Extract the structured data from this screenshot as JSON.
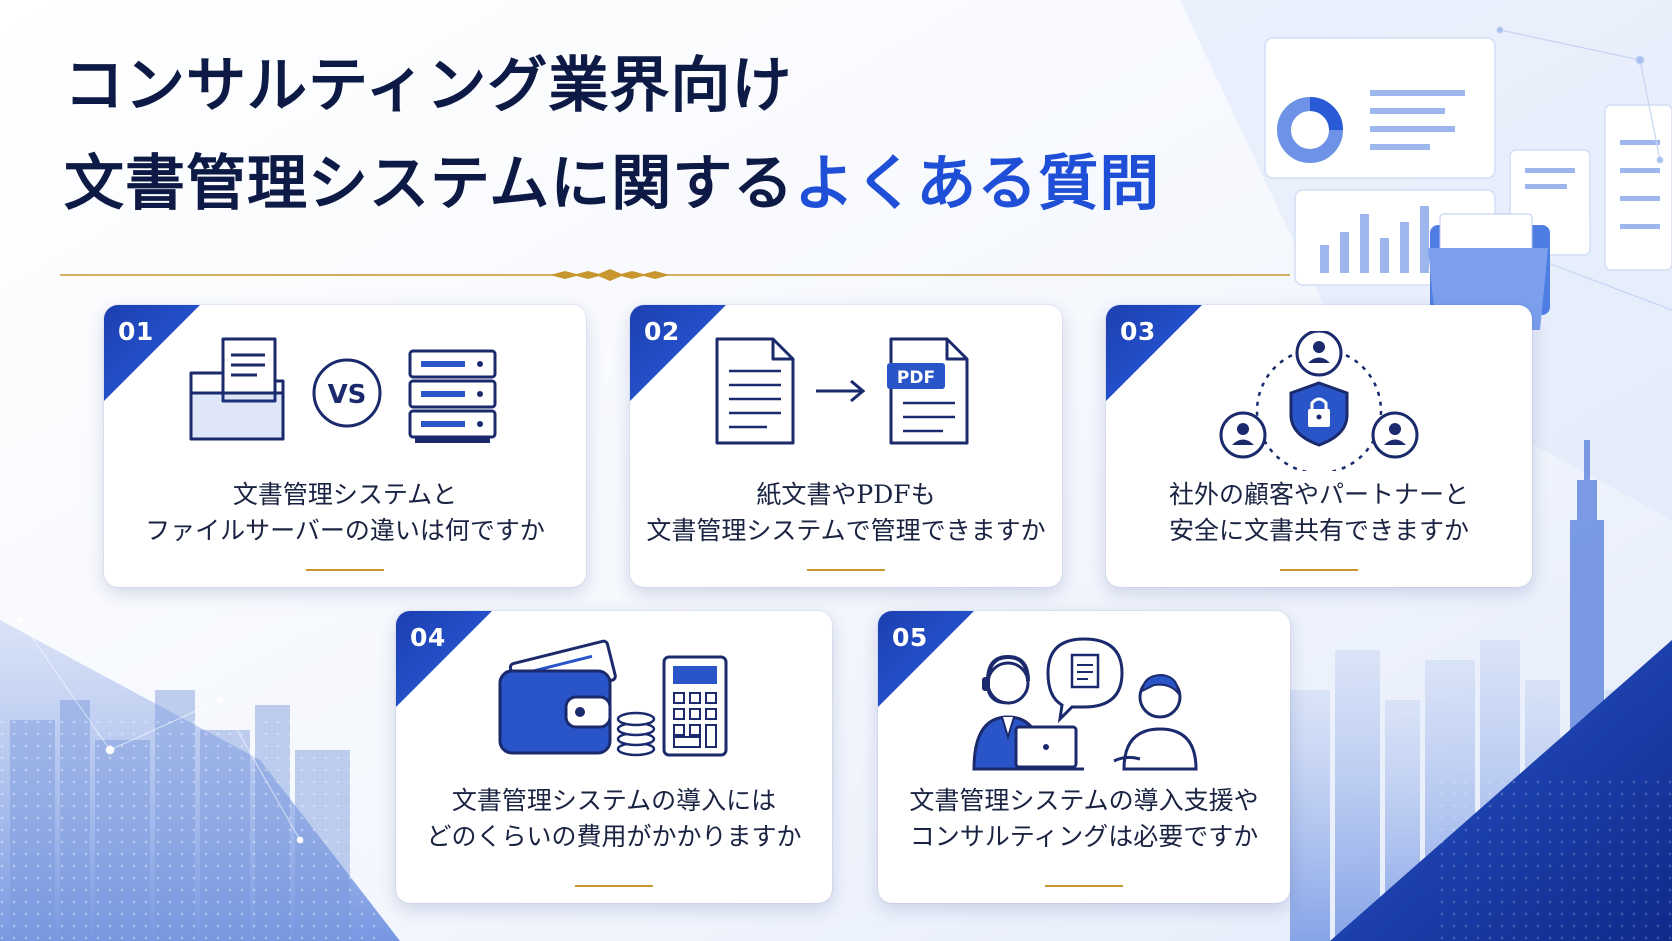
{
  "header": {
    "title_line1": "コンサルティング業界向け",
    "title_line2_main": "文書管理システムに関する",
    "title_line2_accent": "よくある質問"
  },
  "colors": {
    "navy": "#0d1a45",
    "accent_blue": "#1e4fd6",
    "gold": "#c8962e"
  },
  "cards": [
    {
      "number": "01",
      "icon": "folder-vs-server-icon",
      "badge": "VS",
      "line1": "文書管理システムと",
      "line2": "ファイルサーバーの違いは何ですか"
    },
    {
      "number": "02",
      "icon": "document-to-pdf-icon",
      "badge": "PDF",
      "line1": "紙文書やPDFも",
      "line2": "文書管理システムで管理できますか"
    },
    {
      "number": "03",
      "icon": "secure-sharing-network-icon",
      "line1": "社外の顧客やパートナーと",
      "line2": "安全に文書共有できますか"
    },
    {
      "number": "04",
      "icon": "wallet-coins-calculator-icon",
      "line1": "文書管理システムの導入には",
      "line2": "どのくらいの費用がかかりますか"
    },
    {
      "number": "05",
      "icon": "consultant-support-icon",
      "line1": "文書管理システムの導入支援や",
      "line2": "コンサルティングは必要ですか"
    }
  ]
}
